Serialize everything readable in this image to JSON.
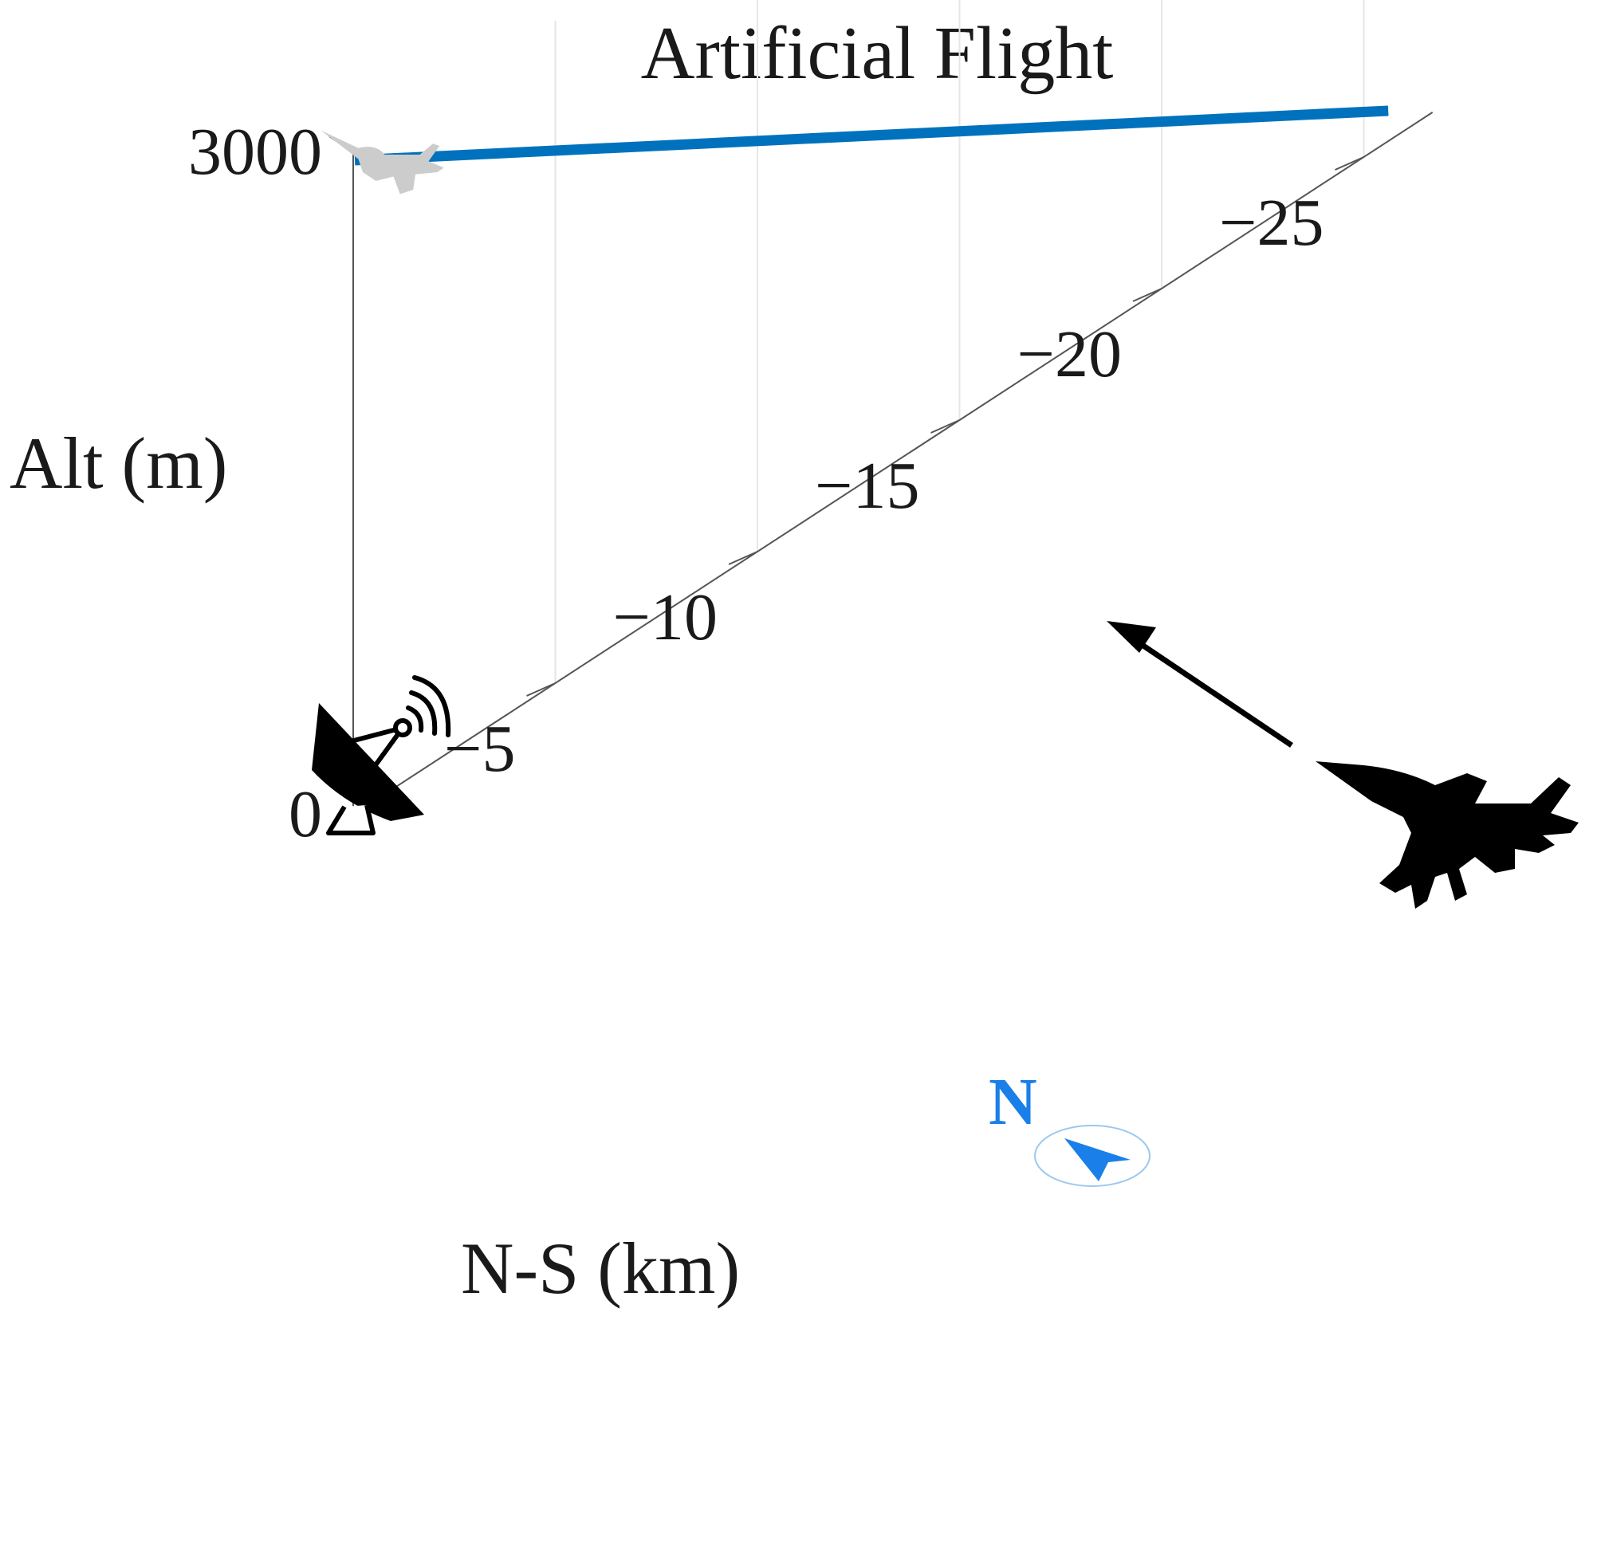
{
  "chart_data": {
    "type": "line",
    "projection": "3d",
    "title": "Artificial Flight",
    "zlabel": "Alt (m)",
    "ylabel": "N-S (km)",
    "z_ticks": [
      {
        "value": 0,
        "label": "0"
      },
      {
        "value": 3000,
        "label": "3000"
      }
    ],
    "y_ticks": [
      {
        "value": -5,
        "label": "−5"
      },
      {
        "value": -10,
        "label": "−10"
      },
      {
        "value": -15,
        "label": "−15"
      },
      {
        "value": -20,
        "label": "−20"
      },
      {
        "value": -25,
        "label": "−25"
      }
    ],
    "ylim": [
      -26,
      0
    ],
    "zlim": [
      0,
      3000
    ],
    "grid": true,
    "series": [
      {
        "color": "#0072bd",
        "points": [
          {
            "y": 0,
            "z": 3000
          },
          {
            "y": -26,
            "z": 0
          }
        ]
      }
    ],
    "markers": {
      "radar": {
        "icon": "radar-dish-icon",
        "y": 0,
        "z": 0
      },
      "aircraft_start": {
        "icon": "jet-icon",
        "y": -26,
        "z": 0,
        "color": "#000000"
      },
      "aircraft_end": {
        "icon": "jet-icon",
        "y": 0,
        "z": 3000,
        "color": "#cccccc"
      },
      "direction_arrow": {
        "icon": "arrow-icon",
        "from_y": -24,
        "to_y": -19
      }
    },
    "compass": {
      "label": "N",
      "color": "#1a7fe8",
      "icon": "north-arrow-icon"
    }
  }
}
